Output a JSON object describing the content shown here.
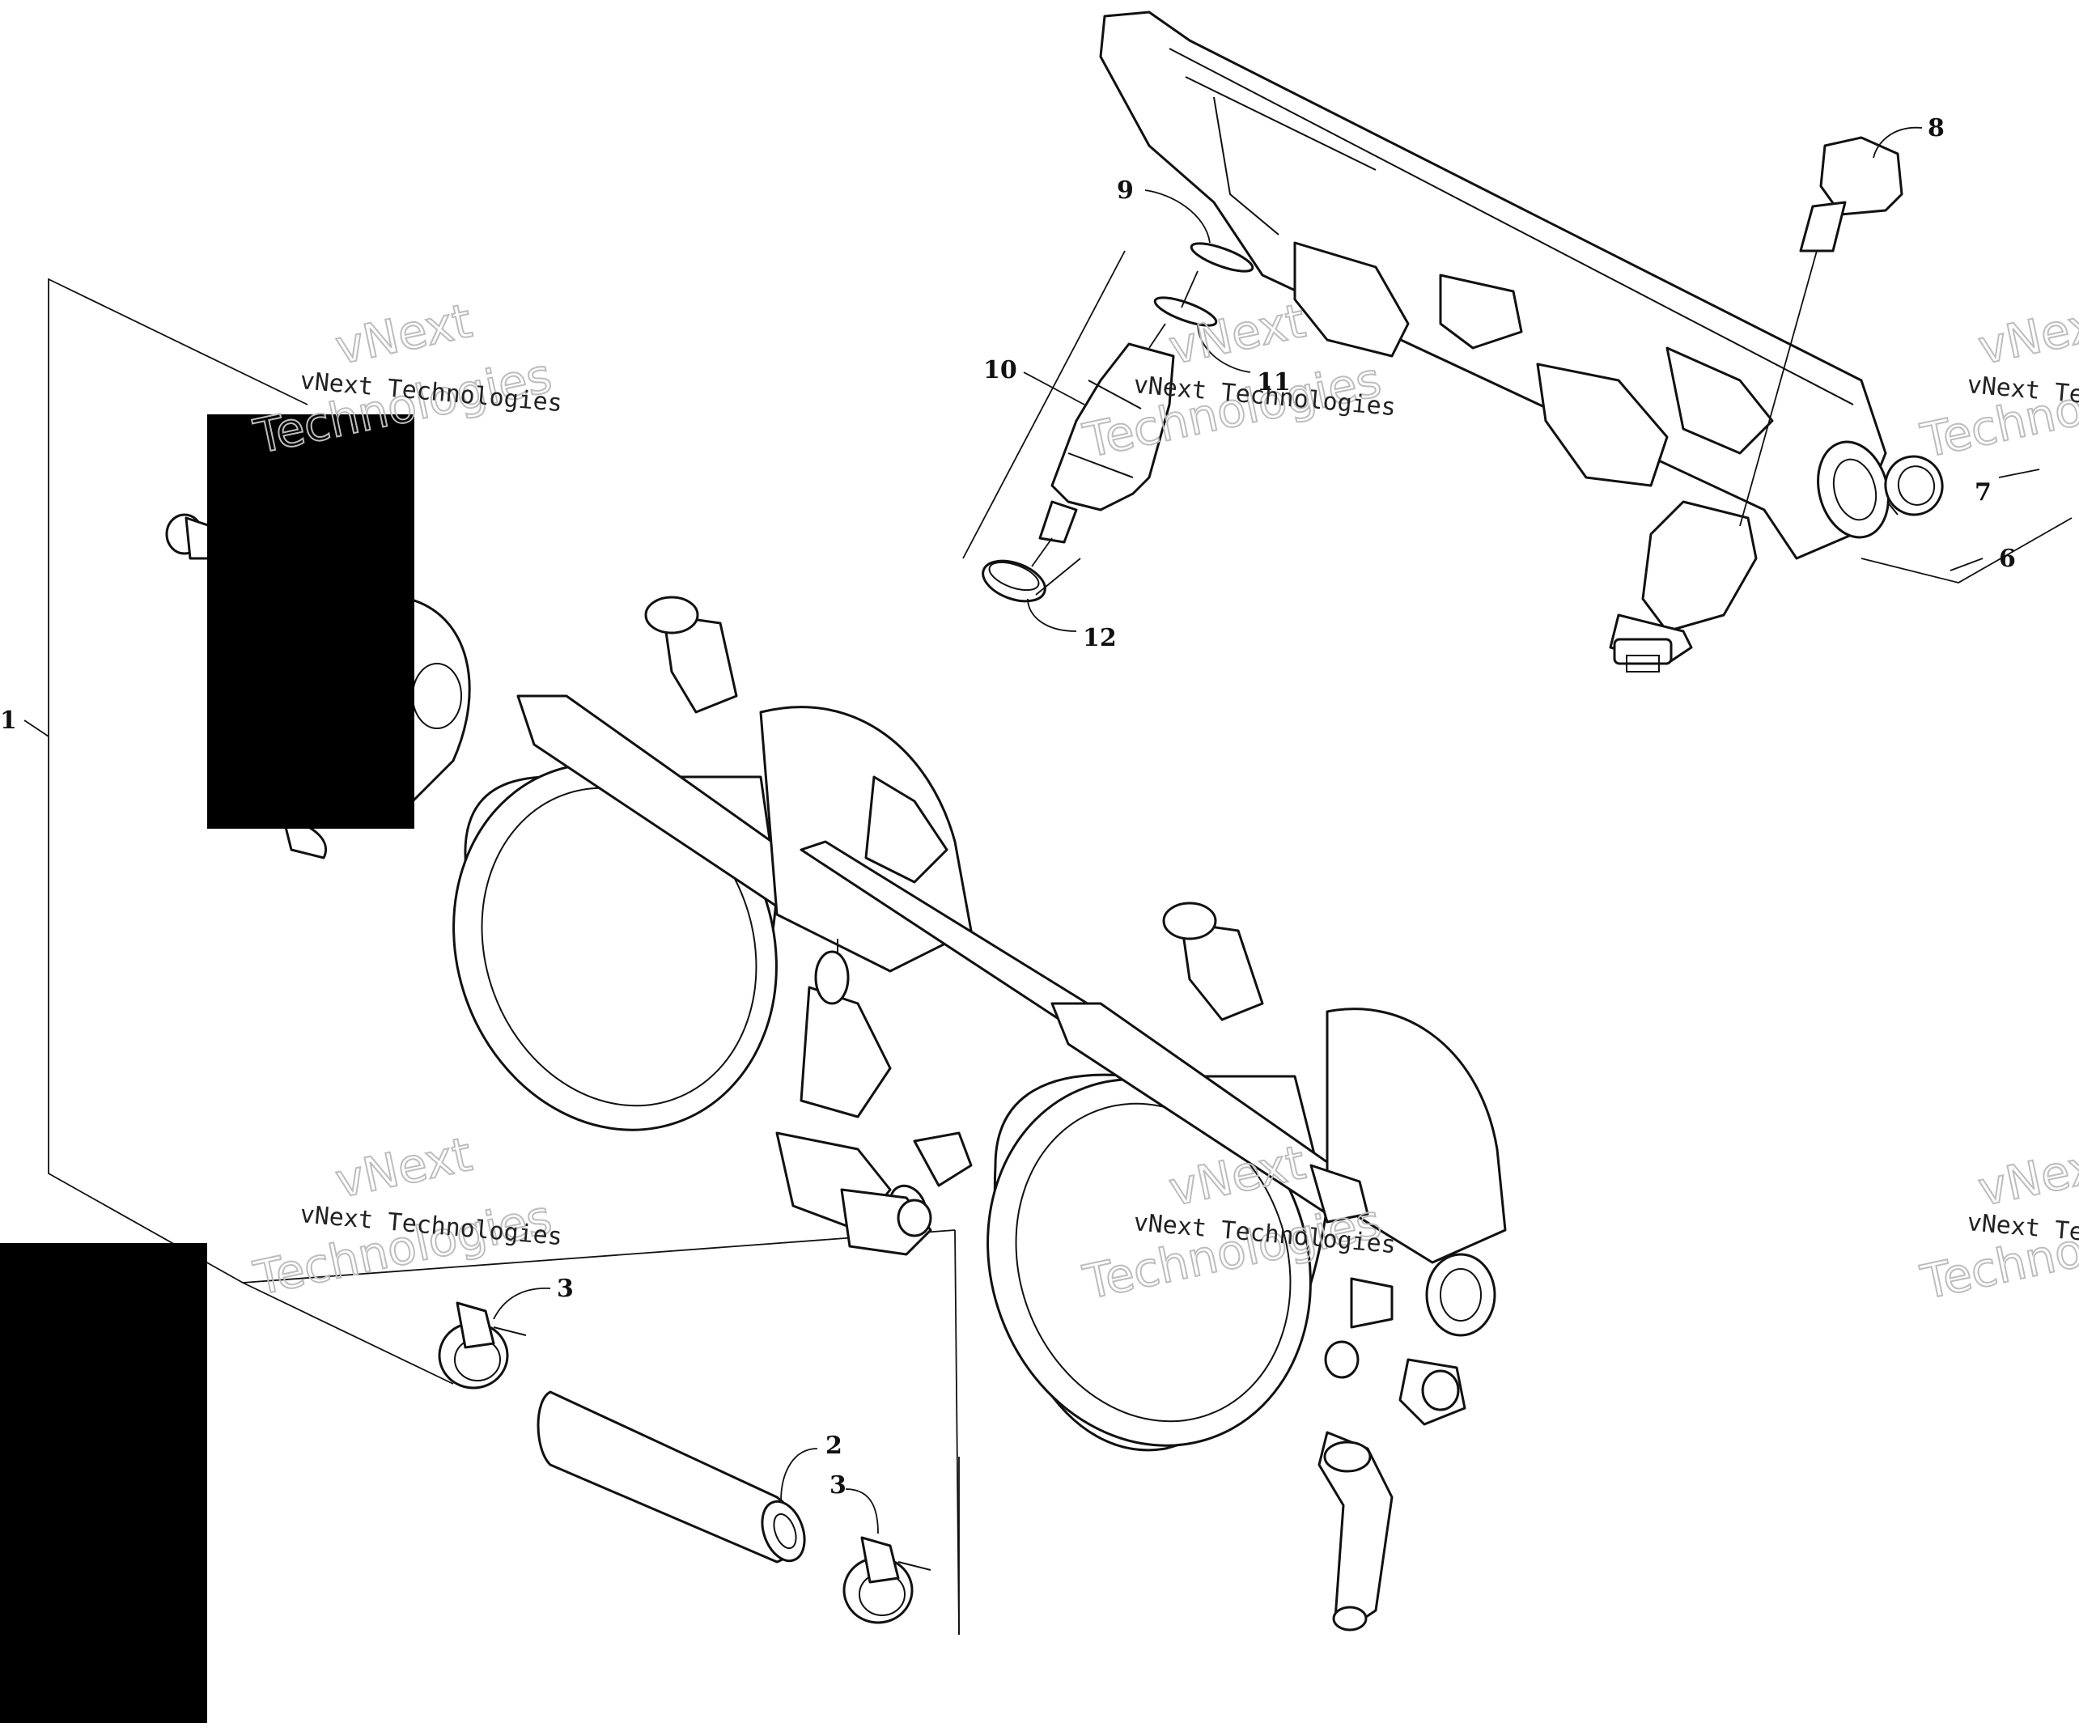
{
  "watermark": {
    "primary": "vNext Technologies",
    "large_top": "vNext",
    "large_bottom": "Technologies"
  },
  "callouts": {
    "c1": "1",
    "c2": "2",
    "c3a": "3",
    "c3b": "3",
    "c6": "6",
    "c7": "7",
    "c8": "8",
    "c9": "9",
    "c10": "10",
    "c11": "11",
    "c12": "12"
  },
  "colors": {
    "line": "#111111",
    "background": "#ffffff",
    "redaction": "#000000",
    "watermark_outline": "#bdbdbd"
  }
}
